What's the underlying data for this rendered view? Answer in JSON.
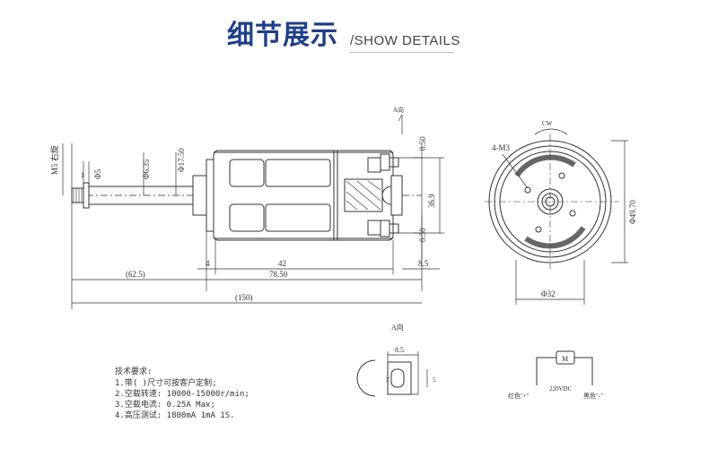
{
  "header": {
    "title_cn": "细节展示",
    "title_en": "/SHOW DETAILS"
  },
  "side_view": {
    "thread_label": "M5 右旋",
    "shaft_step": "1",
    "dim_d5": "Φ5",
    "dim_d635": "Φ6.35",
    "dim_d1750": "Φ17.50",
    "dim_050_top": "0.50",
    "dim_050_bottom": "0.50",
    "dim_369": "36.9",
    "dim_4": "4",
    "dim_42": "42",
    "dim_85": "8.5",
    "dim_625": "(62.5)",
    "dim_7850": "78.50",
    "dim_150": "(150)",
    "arrow_a": "A向"
  },
  "end_view": {
    "label_holes": "4-M3",
    "label_cw": "CW",
    "dim_d4970": "Φ49.70",
    "dim_d32": "Φ32"
  },
  "terminal_view": {
    "label": "A向",
    "dim_85": "8.5",
    "dim_2": "2",
    "dim_5": "5"
  },
  "wiring": {
    "motor_symbol": "M",
    "red": "红色\"+\"",
    "voltage": "220VDC",
    "black": "黑色\"-\""
  },
  "requirements": {
    "title": "技术要求:",
    "lines": [
      "1.带( )尺寸可按客户定制;",
      "2.空载转速: 10000-15000r/min;",
      "3.空载电流: 0.25A Max;",
      "4.高压测试: 1800mA 1mA 1S."
    ]
  }
}
